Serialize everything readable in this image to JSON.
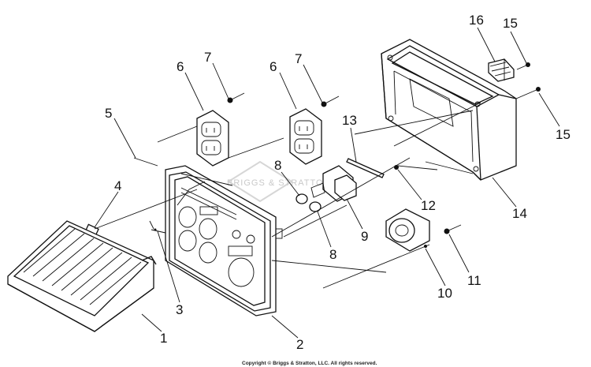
{
  "callouts": {
    "c1": "1",
    "c2": "2",
    "c3": "3",
    "c4": "4",
    "c5": "5",
    "c6a": "6",
    "c6b": "6",
    "c7a": "7",
    "c7b": "7",
    "c8a": "8",
    "c8b": "8",
    "c9": "9",
    "c10": "10",
    "c11": "11",
    "c12": "12",
    "c13": "13",
    "c14": "14",
    "c15a": "15",
    "c15b": "15",
    "c16": "16"
  },
  "watermark": "BRIGGS & STRATTON",
  "copyright": "Copyright © Briggs & Stratton, LLC. All rights reserved."
}
